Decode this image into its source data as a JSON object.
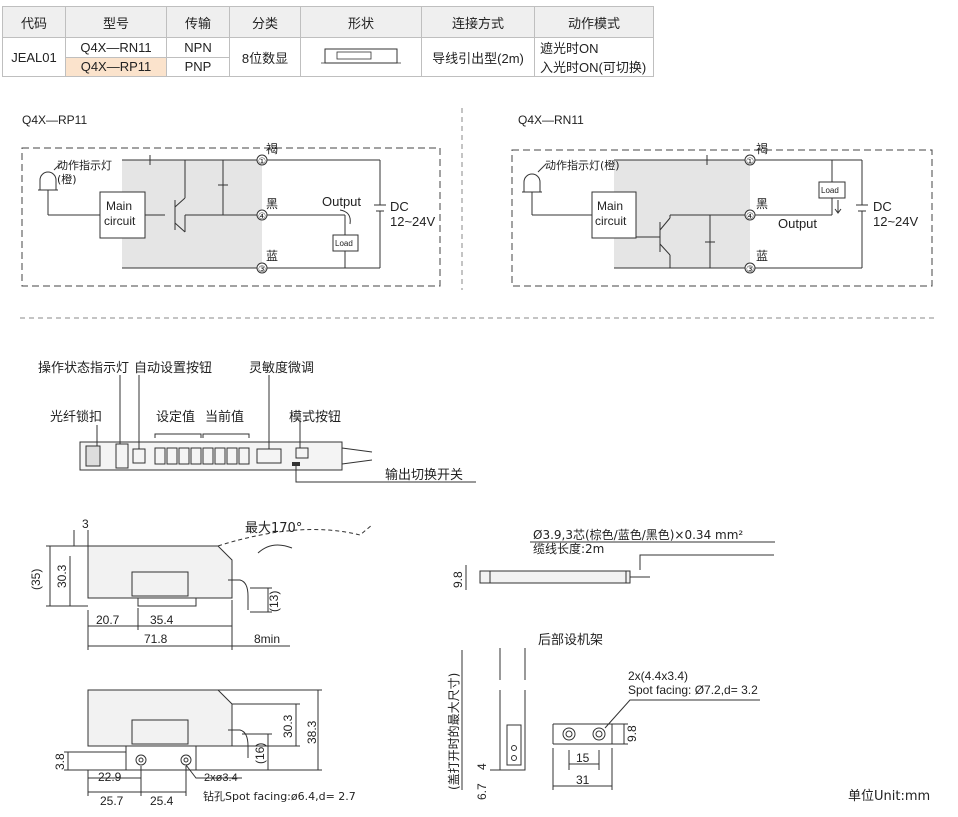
{
  "table": {
    "headers": [
      "代码",
      "型号",
      "传输",
      "分类",
      "形状",
      "连接方式",
      "动作模式"
    ],
    "code": "JEAL01",
    "rows": [
      {
        "model": "Q4X—RN11",
        "output": "NPN"
      },
      {
        "model": "Q4X—RP11",
        "output": "PNP"
      }
    ],
    "category": "8位数显",
    "connection": "导线引出型(2m)",
    "mode_line1": "遮光时ON",
    "mode_line2": "入光时ON(可切换)"
  },
  "circuit_pnp": {
    "title": "Q4X—RP11",
    "indicator": "动作指示灯",
    "indicator_color": "(橙)",
    "main1": "Main",
    "main2": "circuit",
    "pin1": "①",
    "pin4": "④",
    "pin3": "③",
    "wire_brown": "褐",
    "wire_black": "黑",
    "wire_blue": "蓝",
    "output": "Output",
    "load": "Load",
    "dc": "DC",
    "voltage": "12~24V"
  },
  "circuit_npn": {
    "title": "Q4X—RN11",
    "indicator": "动作指示灯(橙)",
    "main1": "Main",
    "main2": "circuit",
    "pin1": "①",
    "pin4": "④",
    "pin3": "③",
    "wire_brown": "褐",
    "wire_black": "黑",
    "wire_blue": "蓝",
    "output": "Output",
    "load": "Load",
    "dc": "DC",
    "voltage": "12~24V"
  },
  "parts": {
    "status_led": "操作状态指示灯",
    "auto_btn": "自动设置按钮",
    "fine_adj": "灵敏度微调",
    "lock": "光纤锁扣",
    "set_value": "设定值",
    "current_value": "当前值",
    "mode_btn": "模式按钮",
    "output_switch": "输出切换开关"
  },
  "dims": {
    "d3": "3",
    "max_angle": "最大170°",
    "d35": "(35)",
    "d30_3": "30.3",
    "d13": "(13)",
    "d20_7": "20.7",
    "d35_4": "35.4",
    "d71_8": "71.8",
    "d8min": "8min",
    "cable_spec": "Ø3.9,3芯(棕色/蓝色/黑色)×0.34 mm²",
    "cable_len": "缆线长度:2m",
    "d9_8": "9.8",
    "rear_mount": "后部设机架",
    "hole_spec": "2x(4.4x3.4)",
    "spot_facing": "Spot facing: Ø7.2,d= 3.2",
    "d15": "15",
    "d31": "31",
    "d9_8b": "9.8",
    "cover_open": "(盖打开时的最大尺寸)",
    "d4": "4",
    "d6_7": "6.7",
    "d3_8": "3.8",
    "d22_9": "22.9",
    "d25_7": "25.7",
    "d25_4": "25.4",
    "hole2": "2xø3.4",
    "drill": "钻孔Spot facing:ø6.4,d= 2.7",
    "d16": "(16)",
    "d30_3b": "30.3",
    "d38_3": "38.3",
    "unit": "单位Unit:mm"
  }
}
